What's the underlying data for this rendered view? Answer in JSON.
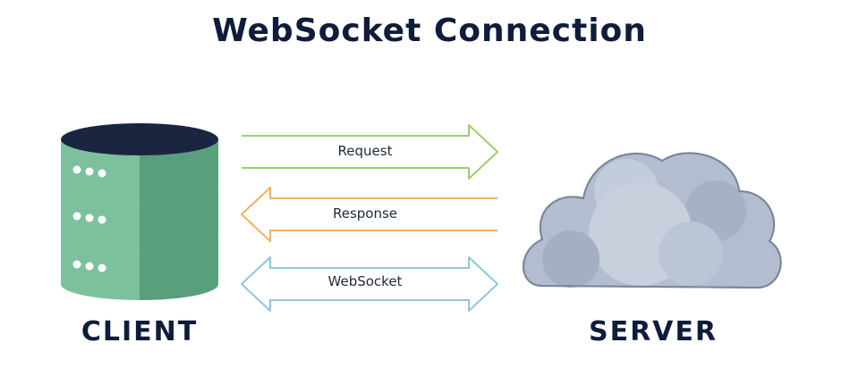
{
  "title": "WebSocket Connection",
  "client": {
    "label": "CLIENT"
  },
  "server": {
    "label": "SERVER"
  },
  "arrows": [
    {
      "label": "Request",
      "direction": "right",
      "color": "#9bcf6b"
    },
    {
      "label": "Response",
      "direction": "left",
      "color": "#f2b25c"
    },
    {
      "label": "WebSocket",
      "direction": "both",
      "color": "#8fc8dc"
    }
  ],
  "colors": {
    "title": "#0f1d3a",
    "database_light": "#7dc19c",
    "database_dark": "#5a9f7d",
    "database_top": "#1a2540",
    "cloud": "#b3bdcf"
  },
  "icons": {
    "client": "database-icon",
    "server": "cloud-icon"
  }
}
